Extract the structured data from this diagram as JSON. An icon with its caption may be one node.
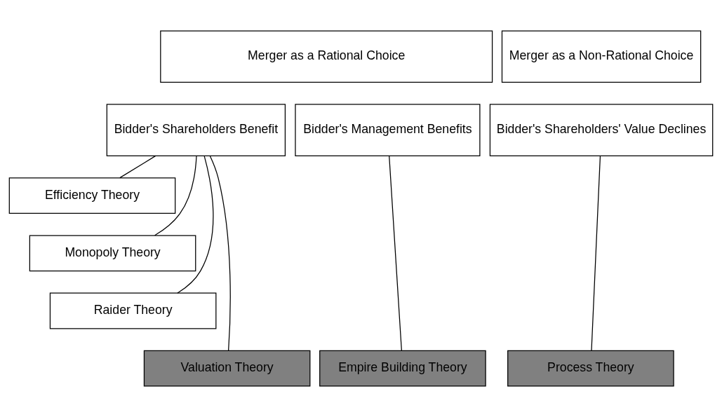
{
  "diagram": {
    "nodes": [
      {
        "text": [
          "Merger as a Rational Choice"
        ]
      },
      {
        "text": [
          "Merger as a Non-Rational Choice"
        ]
      },
      {
        "text": [
          "Bidder's Shareholders Benefit"
        ]
      },
      {
        "text": [
          "Bidder's Management Benefits"
        ]
      },
      {
        "text": [
          "Bidder's Shareholders' Value Declines"
        ]
      },
      {
        "text": [
          "Efficiency Theory"
        ]
      },
      {
        "text": [
          "Monopoly Theory"
        ]
      },
      {
        "text": [
          "Raider Theory"
        ]
      },
      {
        "text": [
          "Valuation Theory"
        ]
      },
      {
        "text": [
          "Empire Building Theory"
        ]
      },
      {
        "text": [
          "Process Theory"
        ]
      }
    ],
    "edges": [
      {
        "from": 2,
        "to": 5,
        "arrow": "none"
      },
      {
        "from": 2,
        "to": 6,
        "arrow": "none"
      },
      {
        "from": 2,
        "to": 7,
        "arrow": "none"
      },
      {
        "from": 2,
        "to": 8,
        "arrow": "none"
      },
      {
        "from": 3,
        "to": 9,
        "arrow": "none"
      },
      {
        "from": 4,
        "to": 10,
        "arrow": "none"
      }
    ]
  }
}
